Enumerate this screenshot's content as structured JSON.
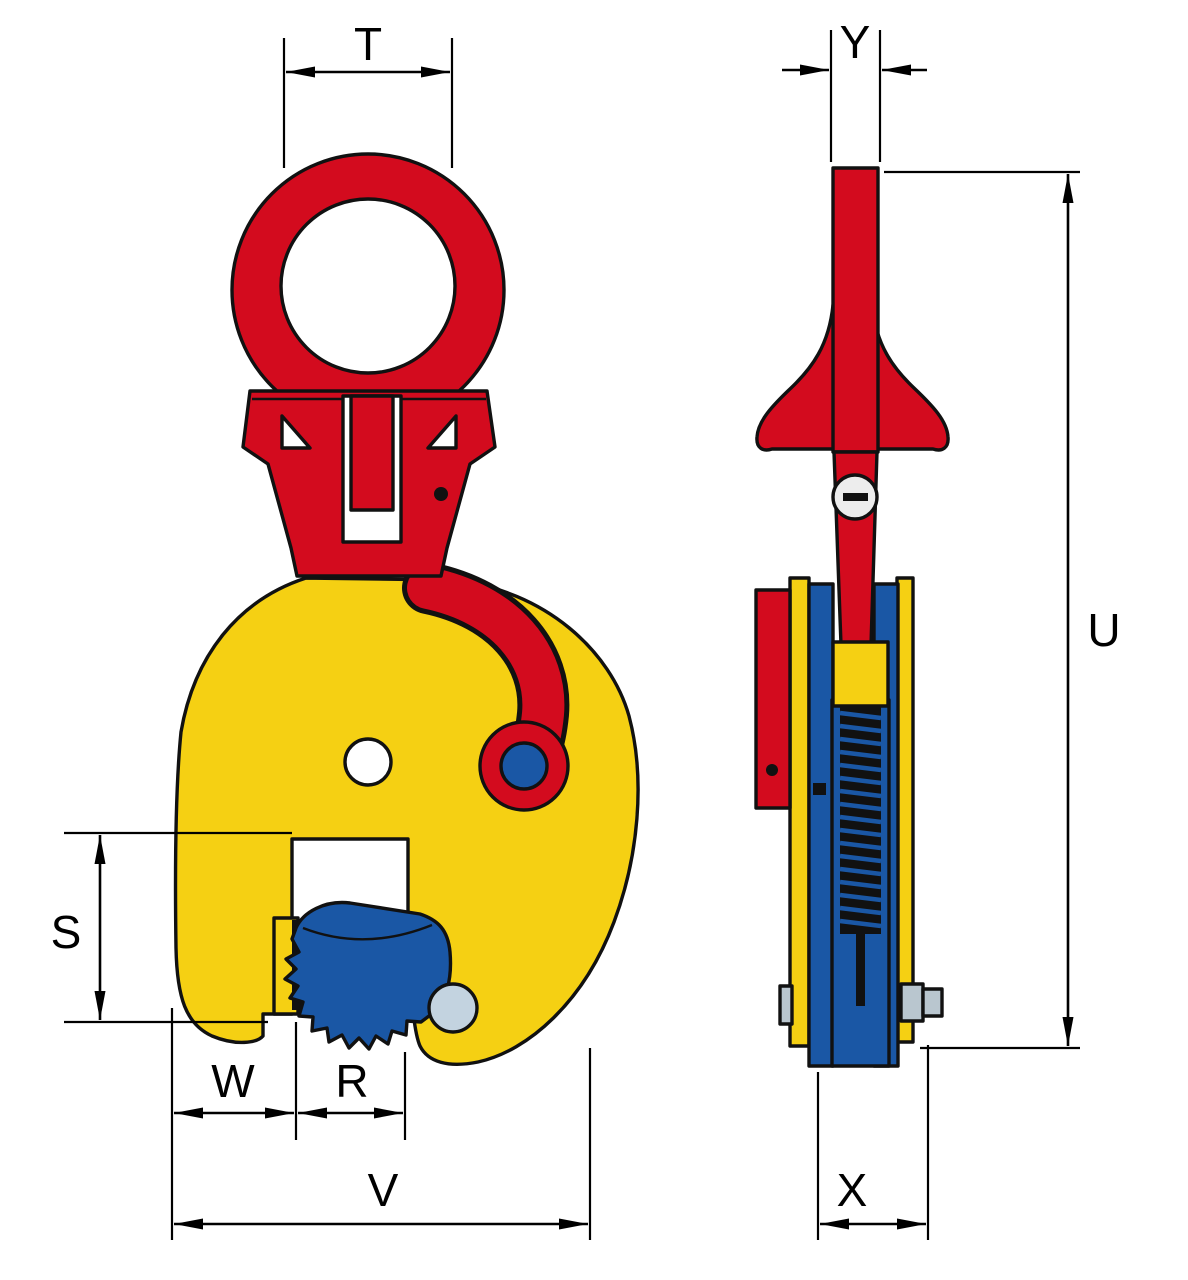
{
  "colors": {
    "red": "#d30b1e",
    "yellow": "#f5d013",
    "blue": "#1a57a5",
    "light_blue": "#c3d3e0",
    "steel": "#b9c6cf",
    "outline": "#111111",
    "dim_line": "#000000"
  },
  "front_view": {
    "dim_t": "T",
    "dim_s": "S",
    "dim_w": "W",
    "dim_r": "R",
    "dim_v": "V"
  },
  "side_view": {
    "dim_y": "Y",
    "dim_u": "U",
    "dim_x": "X"
  }
}
